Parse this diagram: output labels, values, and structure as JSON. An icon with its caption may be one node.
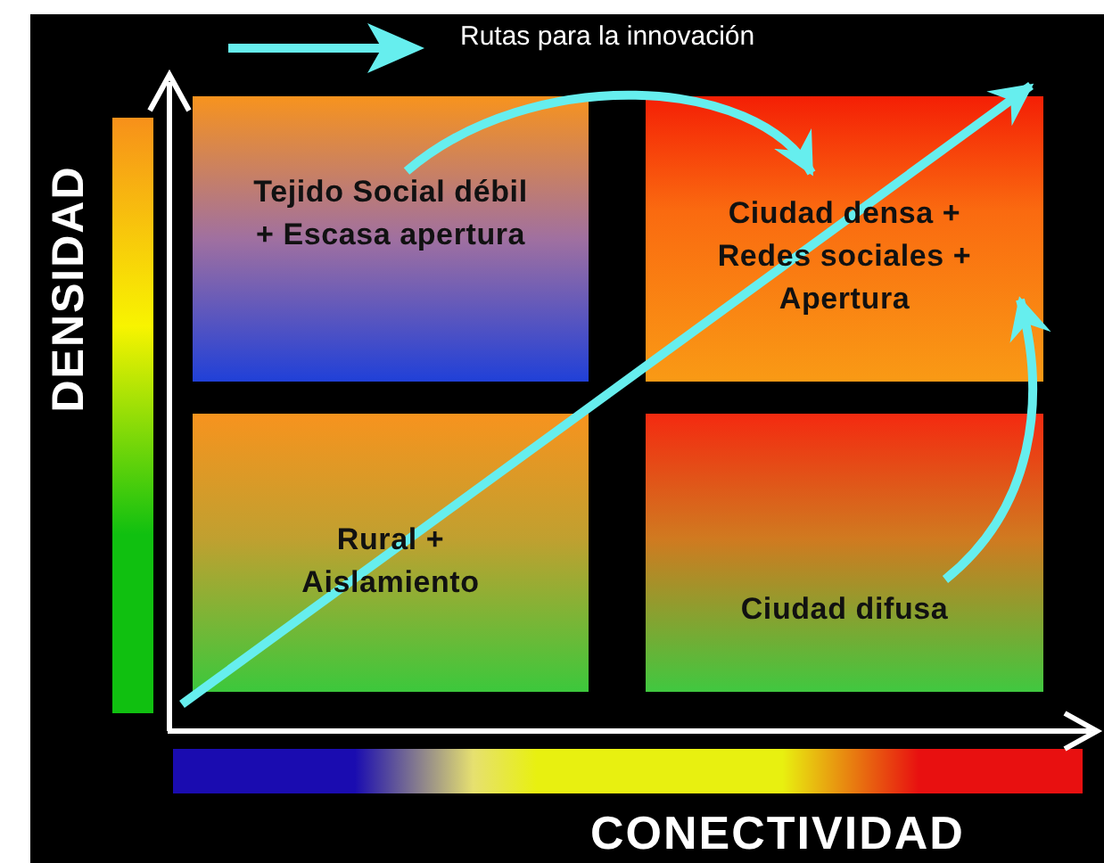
{
  "diagram": {
    "nodes": [
      {
        "text": [
          "Tejido Social débil + Escasa apertura"
        ]
      },
      {
        "text": [
          "Ciudad densa + Redes sociales + Apertura"
        ]
      },
      {
        "text": [
          "Rural + Aislamiento"
        ]
      },
      {
        "text": [
          "Ciudad difusa"
        ]
      }
    ],
    "edges": [
      {
        "from": 0,
        "to": 1,
        "arrow": "to"
      },
      {
        "from": 2,
        "to": 1,
        "arrow": "to"
      },
      {
        "from": 3,
        "to": 1,
        "arrow": "to"
      }
    ],
    "labels": [
      "DENSIDAD",
      "CONECTIVIDAD"
    ],
    "legend": [
      {
        "text": "Rutas para la innovación"
      }
    ]
  }
}
